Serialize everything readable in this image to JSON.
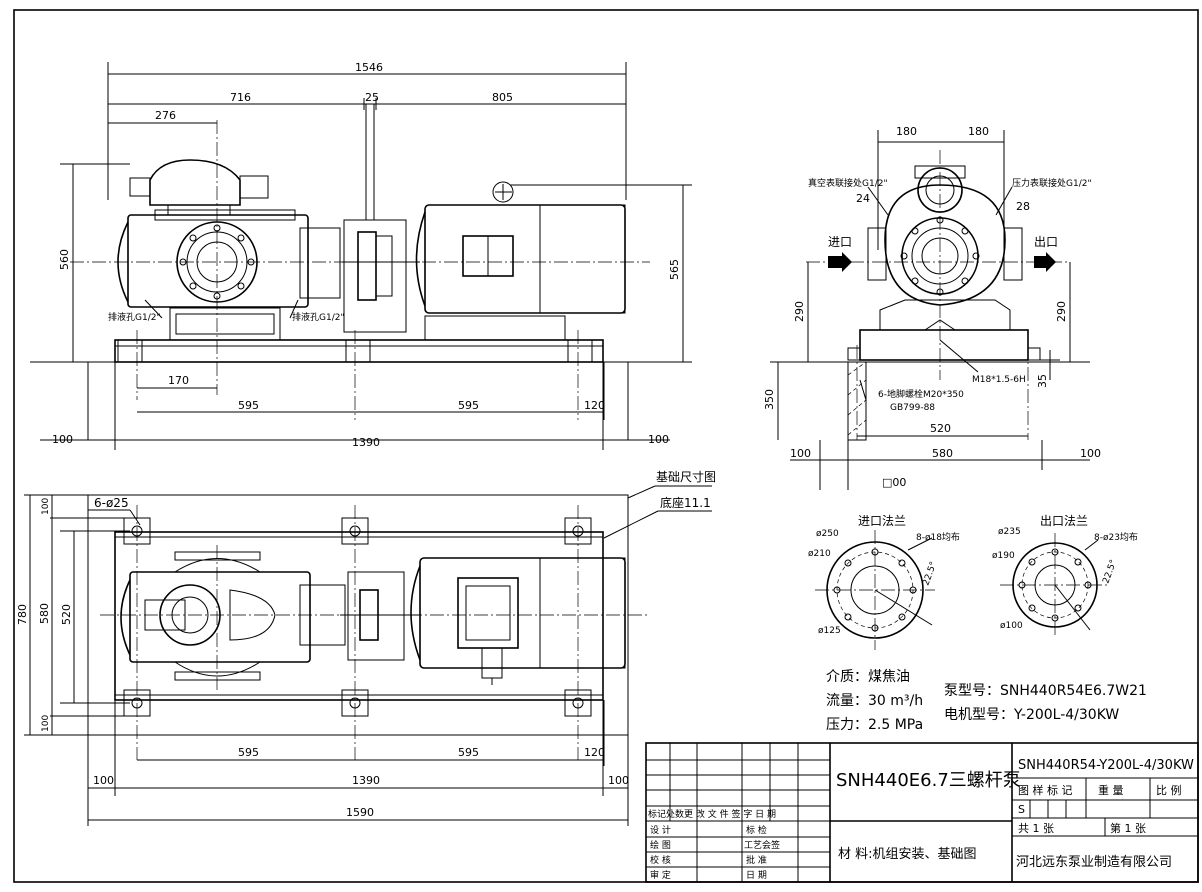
{
  "dims": {
    "front_top": {
      "total": "1546",
      "a": "716",
      "b": "25",
      "c": "805",
      "d": "276"
    },
    "front_left": {
      "h": "560"
    },
    "front_right": {
      "h": "565"
    },
    "front_bottom": {
      "a": "170",
      "b1": "595",
      "b2": "595",
      "c": "120",
      "d": "1390",
      "m1": "100",
      "m2": "100"
    },
    "side_top": {
      "a": "180",
      "b": "180"
    },
    "side": {
      "l24": "24",
      "l28": "28",
      "h290l": "290",
      "h290r": "290",
      "h350": "350",
      "h35": "35",
      "w520": "520",
      "w580": "580",
      "m1": "100",
      "m2": "100",
      "sq": "□00"
    },
    "plan_left": {
      "h780": "780",
      "h580": "580",
      "h520": "520",
      "h100a": "100",
      "h100b": "100"
    },
    "plan_bottom": {
      "a": "595",
      "b": "595",
      "c": "120",
      "d": "1390",
      "m1": "100",
      "m2": "100",
      "total": "1590"
    }
  },
  "labels": {
    "vac_port": "真空表联接处G1/2\"",
    "press_port": "压力表联接处G1/2\"",
    "drain_left": "排液孔G1/2\"",
    "drain_right": "排液孔G1/2\"",
    "inlet": "进口",
    "outlet": "出口",
    "thread": "M18*1.5-6H",
    "bolt": "6-地脚螺栓M20*350",
    "bolt_std": "GB799-88",
    "holes": "6-ø25",
    "found_title": "基础尺寸图",
    "base": "底座11.1"
  },
  "flanges": {
    "inlet": {
      "title": "进口法兰",
      "d1": "ø250",
      "d2": "ø210",
      "d3": "ø125",
      "holes": "8-ø18均布",
      "angle": "22.5°"
    },
    "outlet": {
      "title": "出口法兰",
      "d1": "ø235",
      "d2": "ø190",
      "d3": "ø100",
      "holes": "8-ø23均布",
      "angle": "22.5°"
    }
  },
  "specs": {
    "medium": "介质：煤焦油",
    "flow": "流量：30 m³/h",
    "pressure": "压力：2.5 MPa",
    "pump_model": "泵型号：SNH440R54E6.7W21",
    "motor_model": "电机型号：Y-200L-4/30KW"
  },
  "title_block": {
    "drawing_name": "SNH440E6.7三螺杆泵",
    "code": "SNH440R54-Y200L-4/30KW",
    "col_headers": "标记处数更 改 文 件 签 字   日 期",
    "rev_sig": "签字",
    "design": "设 计",
    "draw": "绘 图",
    "check": "校 核",
    "review": "审 定",
    "std_check": "标 检",
    "process": "工艺会签",
    "approve": "批 准",
    "date": "日 期",
    "material": "材 料:机组安装、基础图",
    "hdr_mark": "图 样 标 记",
    "hdr_weight": "重 量",
    "hdr_scale": "比 例",
    "mark_s": "S",
    "total": "共    1    张",
    "sheet": "第    1    张",
    "company": "河北远东泵业制造有限公司"
  }
}
